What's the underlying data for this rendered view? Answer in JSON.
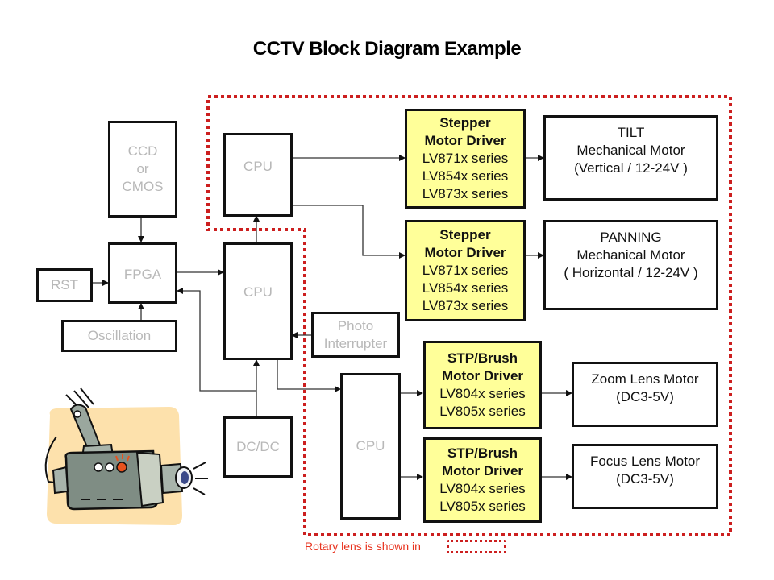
{
  "title": "CCTV Block Diagram Example",
  "colors": {
    "driver_fill": "#ffff99",
    "rotary_outline": "#cc1f1f",
    "legend_text": "#e8321e",
    "gray_label": "#b8b8b8"
  },
  "blocks": {
    "ccd": [
      "CCD",
      "or",
      "CMOS"
    ],
    "fpga": "FPGA",
    "rst": "RST",
    "oscillation": "Oscillation",
    "cpu_top": "CPU",
    "cpu_main": "CPU",
    "photo_interrupter": [
      "Photo",
      "Interrupter"
    ],
    "dcdc": "DC/DC",
    "cpu_lens": "CPU",
    "stepper_driver_1": {
      "title": [
        "Stepper",
        "Motor Driver"
      ],
      "series": [
        "LV871x series",
        "LV854x series",
        "LV873x series"
      ]
    },
    "stepper_driver_2": {
      "title": [
        "Stepper",
        "Motor Driver"
      ],
      "series": [
        "LV871x series",
        "LV854x series",
        "LV873x series"
      ]
    },
    "stp_driver_1": {
      "title": [
        "STP/Brush",
        "Motor Driver"
      ],
      "series": [
        "LV804x series",
        "LV805x series"
      ]
    },
    "stp_driver_2": {
      "title": [
        "STP/Brush",
        "Motor Driver"
      ],
      "series": [
        "LV804x series",
        "LV805x series"
      ]
    },
    "tilt_motor": [
      "TILT",
      "Mechanical Motor",
      "(Vertical / 12-24V )"
    ],
    "panning_motor": [
      "PANNING",
      "Mechanical Motor",
      "( Horizontal / 12-24V )"
    ],
    "zoom_motor": [
      "Zoom Lens Motor",
      "(DC3-5V)"
    ],
    "focus_motor": [
      "Focus Lens Motor",
      "(DC3-5V)"
    ]
  },
  "legend": {
    "text": "Rotary lens is shown in"
  }
}
